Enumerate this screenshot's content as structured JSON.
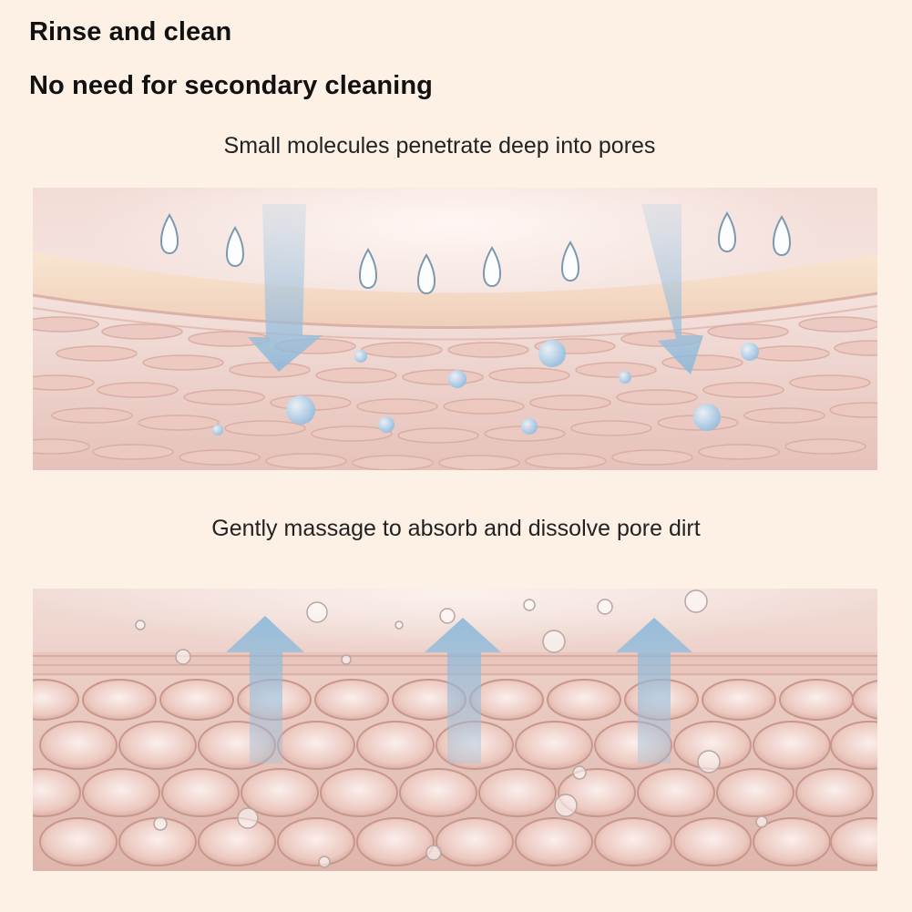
{
  "headline": {
    "line1": "Rinse and clean",
    "line2": "No need for secondary cleaning"
  },
  "step1": {
    "caption": "Small molecules penetrate deep into pores",
    "icon": "skin-penetration-illustration"
  },
  "step2": {
    "caption": "Gently massage to absorb and dissolve pore dirt",
    "icon": "pore-cleansing-illustration"
  },
  "colors": {
    "background": "#fdf1e6",
    "skin_surface": "#f6ddc4",
    "skin_cells": "#e9c6bd",
    "arrow": "#9cc2de",
    "droplet": "#cfe4f2"
  }
}
